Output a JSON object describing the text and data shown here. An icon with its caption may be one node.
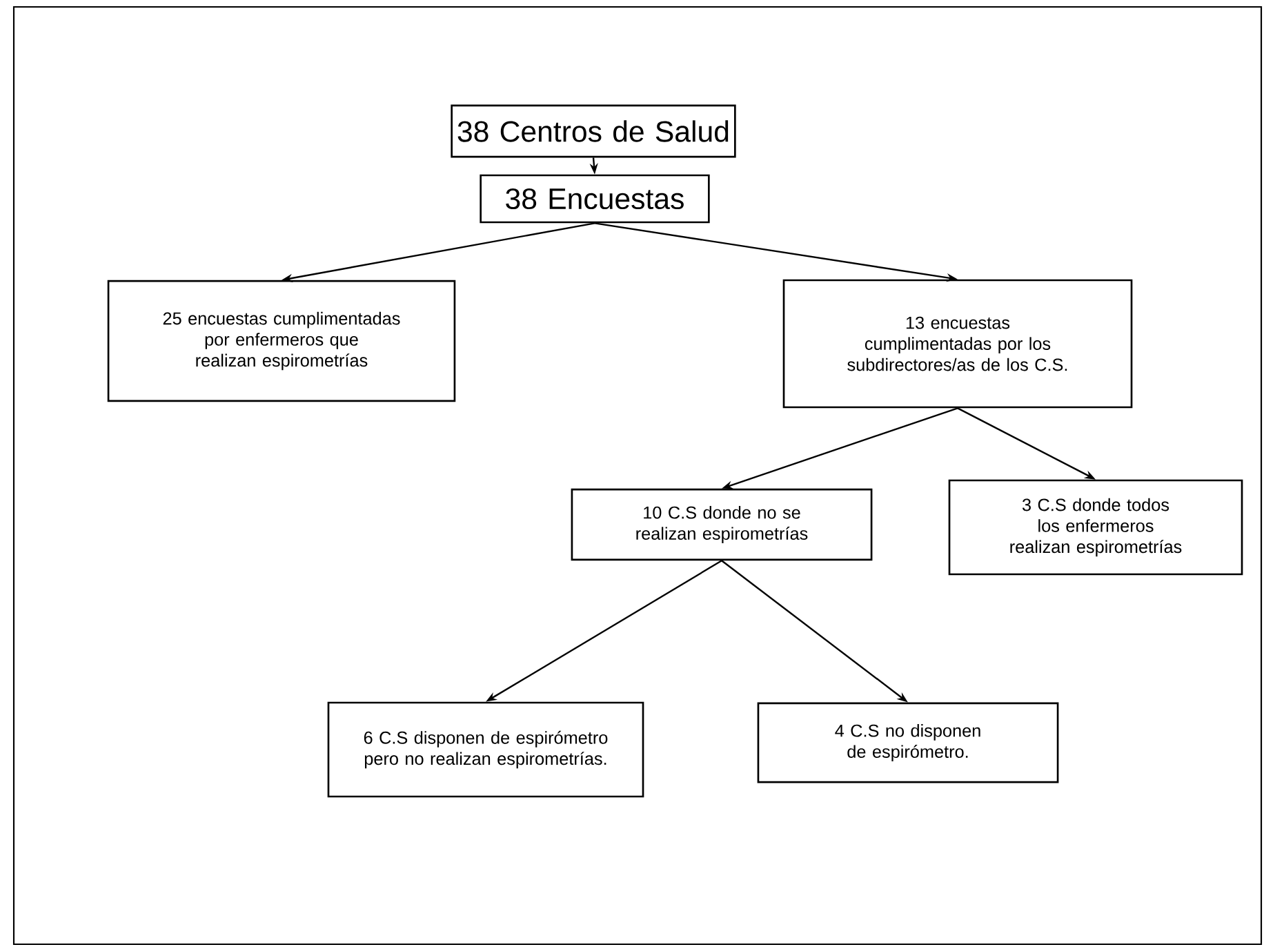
{
  "diagram": {
    "nodes": [
      {
        "text": [
          "38 Centros de Salud"
        ]
      },
      {
        "text": [
          "38 Encuestas"
        ]
      },
      {
        "text": [
          "25 encuestas cumplimentadas por enfermeros que realizan espirometrías"
        ]
      },
      {
        "text": [
          "13 encuestas cumplimentadas por los subdirectores/as de los C.S."
        ]
      },
      {
        "text": [
          "10 C.S donde no se realizan espirometrías"
        ]
      },
      {
        "text": [
          "3 C.S donde todos los enfermeros realizan espirometrías"
        ]
      },
      {
        "text": [
          "6 C.S disponen de espirómetro pero no realizan espirometrías."
        ]
      },
      {
        "text": [
          "4 C.S no disponen de espirómetro."
        ]
      }
    ],
    "edges": [
      {
        "from": 0,
        "to": 1,
        "arrow": "to"
      },
      {
        "from": 1,
        "to": 2,
        "arrow": "to"
      },
      {
        "from": 1,
        "to": 3,
        "arrow": "to"
      },
      {
        "from": 3,
        "to": 4,
        "arrow": "to"
      },
      {
        "from": 3,
        "to": 5,
        "arrow": "to"
      },
      {
        "from": 4,
        "to": 6,
        "arrow": "to"
      },
      {
        "from": 4,
        "to": 7,
        "arrow": "to"
      }
    ]
  }
}
